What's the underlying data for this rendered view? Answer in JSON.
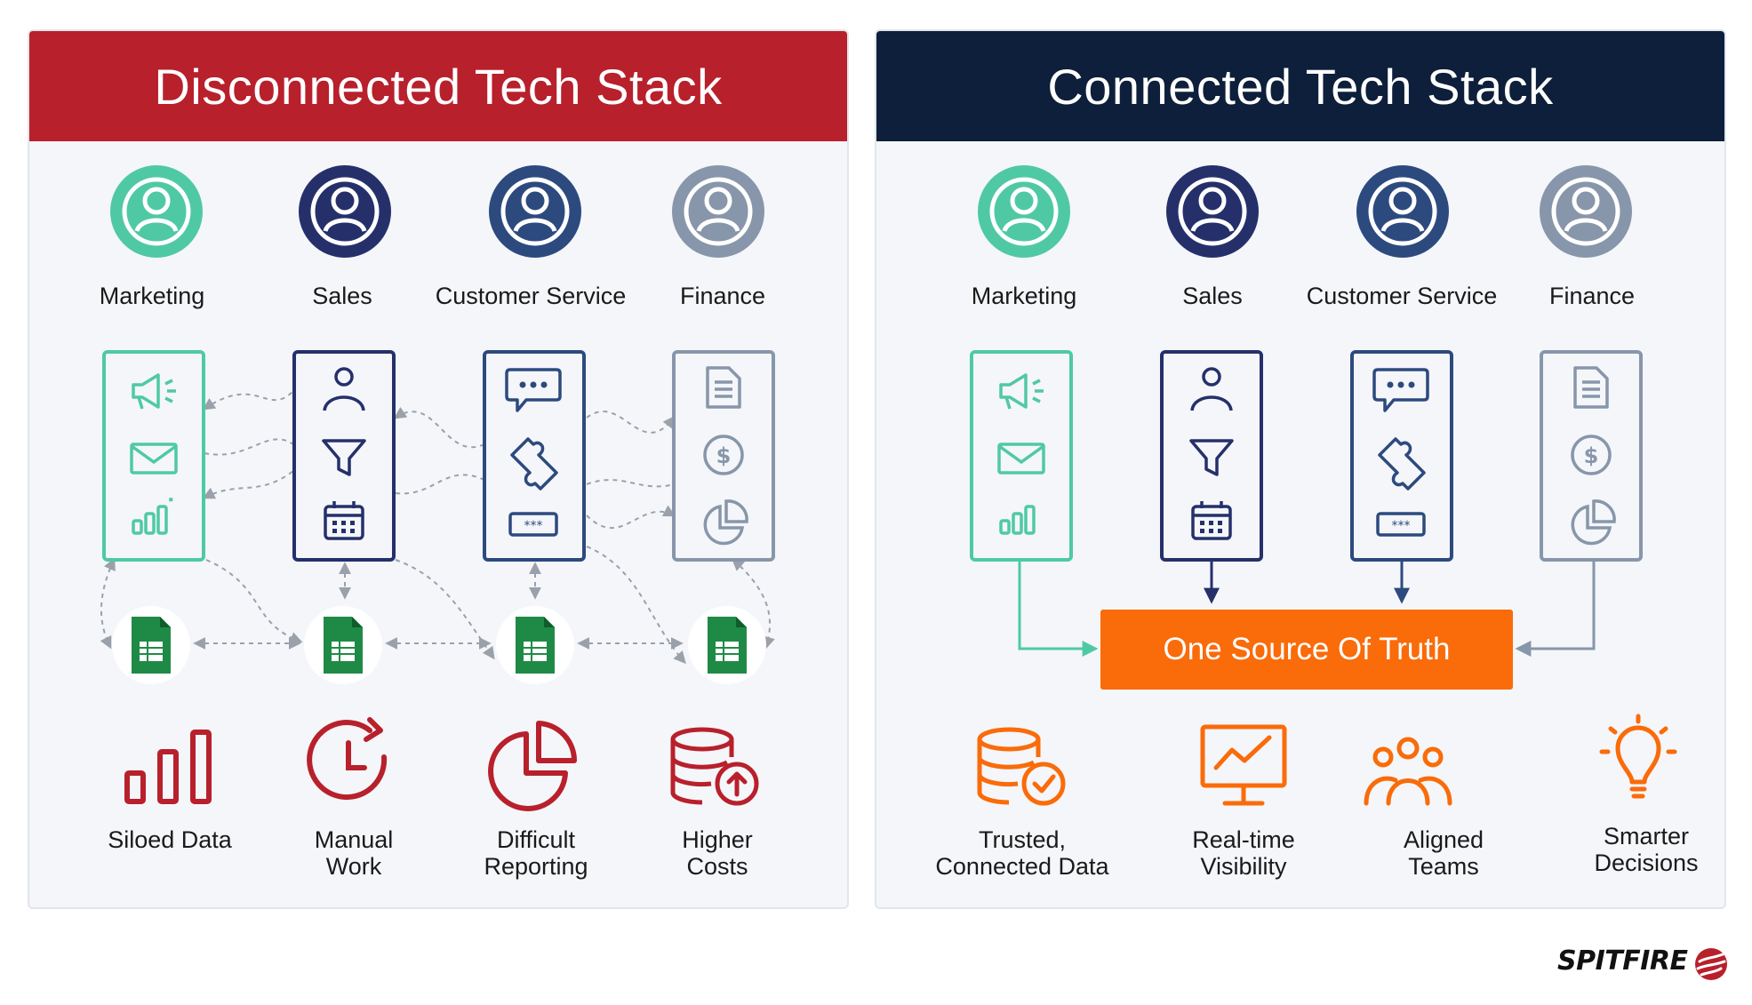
{
  "left_panel": {
    "title": "Disconnected Tech Stack",
    "departments": [
      {
        "label": "Marketing",
        "color": "#4fc9a4"
      },
      {
        "label": "Sales",
        "color": "#25306b"
      },
      {
        "label": "Customer Service",
        "color": "#2d4a7f"
      },
      {
        "label": "Finance",
        "color": "#8796aa"
      }
    ],
    "outcomes": [
      {
        "label_line1": "Siloed Data",
        "label_line2": "",
        "icon": "bar-chart-icon"
      },
      {
        "label_line1": "Manual",
        "label_line2": "Work",
        "icon": "clock-icon"
      },
      {
        "label_line1": "Difficult",
        "label_line2": "Reporting",
        "icon": "pie-chart-icon"
      },
      {
        "label_line1": "Higher",
        "label_line2": "Costs",
        "icon": "database-up-icon"
      }
    ],
    "accent": "#b8202c"
  },
  "right_panel": {
    "title": "Connected Tech Stack",
    "departments": [
      {
        "label": "Marketing",
        "color": "#4fc9a4"
      },
      {
        "label": "Sales",
        "color": "#25306b"
      },
      {
        "label": "Customer Service",
        "color": "#2d4a7f"
      },
      {
        "label": "Finance",
        "color": "#8796aa"
      }
    ],
    "hub_label": "One Source Of Truth",
    "outcomes": [
      {
        "label_line1": "Trusted,",
        "label_line2": "Connected Data",
        "icon": "database-check-icon"
      },
      {
        "label_line1": "Real-time",
        "label_line2": "Visibility",
        "icon": "monitor-chart-icon"
      },
      {
        "label_line1": "Aligned",
        "label_line2": "Teams",
        "icon": "team-icon"
      },
      {
        "label_line1": "Smarter",
        "label_line2": "Decisions",
        "icon": "lightbulb-icon"
      }
    ],
    "accent": "#fa6b0a"
  },
  "brand": "SPITFIRE",
  "colors": {
    "marketing": "#4fc9a4",
    "sales": "#25306b",
    "customer_service": "#2d4a7f",
    "finance": "#8796aa",
    "spreadsheet": "#1f8a45",
    "red": "#b8202c",
    "orange": "#fa6b0a",
    "navy": "#0d1f3a"
  }
}
